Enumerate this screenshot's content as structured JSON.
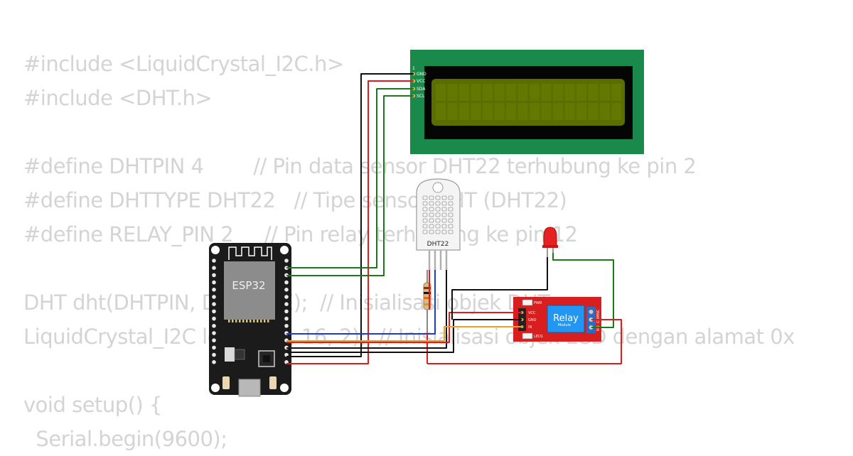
{
  "code_lines": [
    "#include <LiquidCrystal_I2C.h>",
    "#include <DHT.h>",
    "",
    "#define DHTPIN 4        // Pin data sensor DHT22 terhubung ke pin 2",
    "#define DHTTYPE DHT22   // Tipe sensor DHT (DHT22)",
    "#define RELAY_PIN 2     // Pin relay terhubung ke pin 12",
    "",
    "DHT dht(DHTPIN, DHTTYPE);  // Inisialisasi objek DHT",
    "LiquidCrystal_I2C lcd(0x27, 16, 2);  // Inisialisasi objek LCD dengan alamat 0x",
    "",
    "void setup() {",
    "  Serial.begin(9600);"
  ],
  "components": {
    "esp32": {
      "label": "ESP32"
    },
    "dht22": {
      "label": "DHT22"
    },
    "lcd": {
      "index_label": "1",
      "pins": [
        "GND",
        "VCC",
        "SDA",
        "SCL"
      ]
    },
    "relay": {
      "title": "Relay",
      "subtitle": "Module",
      "left_pins": [
        "VCC",
        "GND",
        "IN"
      ],
      "top_label": "PWR",
      "bottom_label": "LED1",
      "right_pins": [
        "NC",
        "COM",
        "NO"
      ]
    }
  },
  "colors": {
    "code_text": "#d4d4d4",
    "lcd_board": "#1a8a4a",
    "lcd_screen": "#5a6e00",
    "esp32_board": "#1b1b1b",
    "relay_board": "#d81e1e",
    "wire_black": "#111111",
    "wire_red": "#e11b1b",
    "wire_green": "#1a7a1a",
    "wire_blue": "#1e3ad6",
    "wire_orange": "#f0a020"
  }
}
